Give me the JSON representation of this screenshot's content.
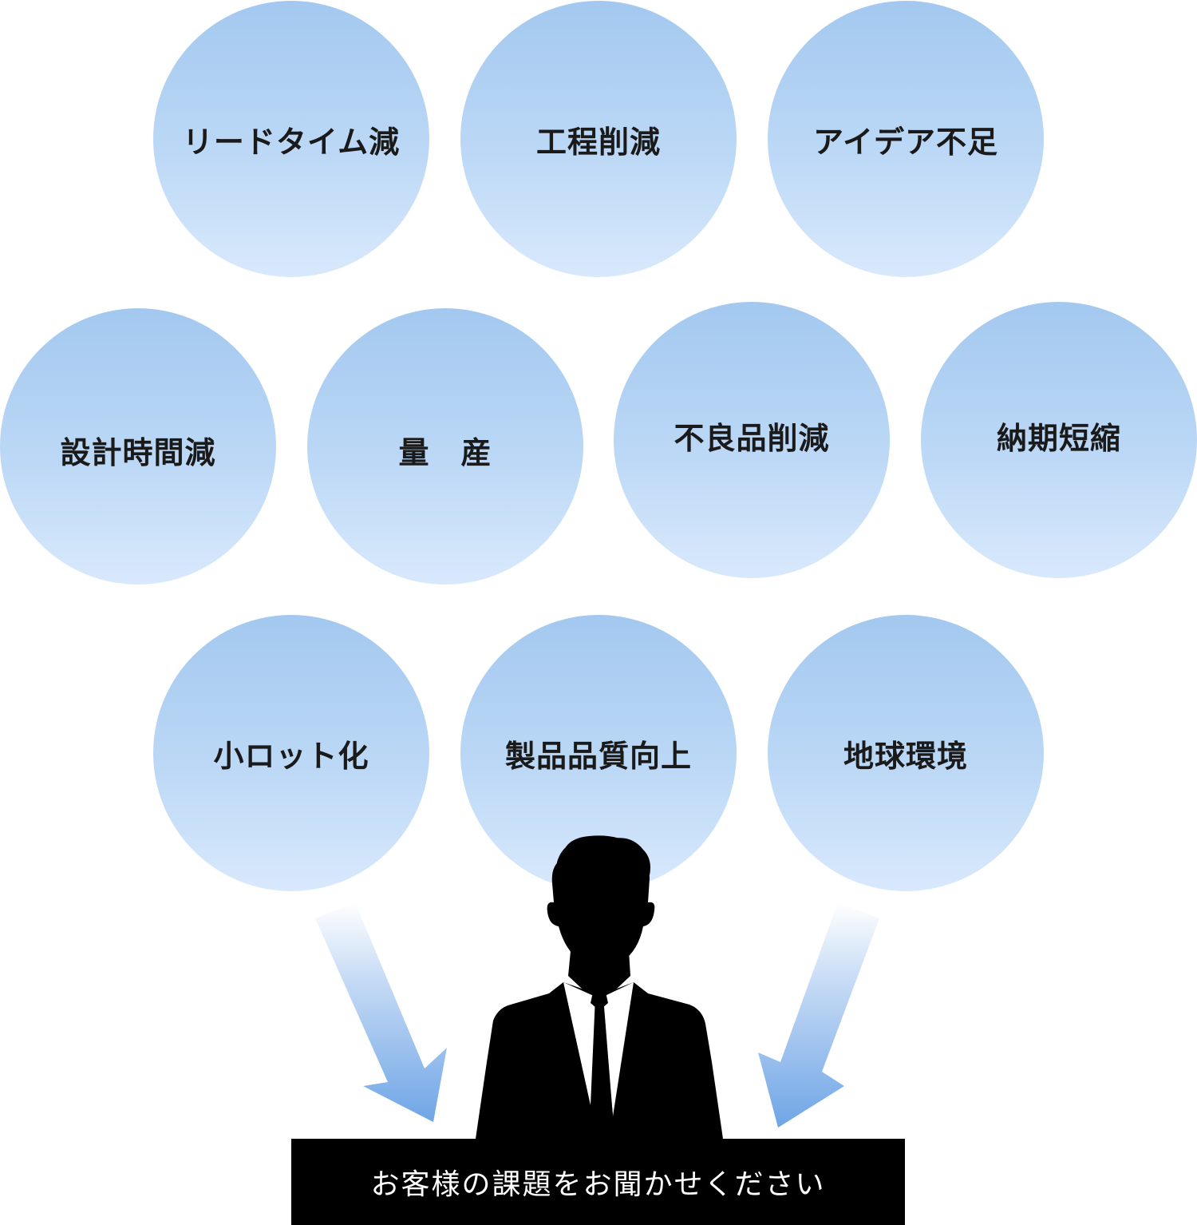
{
  "bubbles": [
    {
      "label": "リードタイム減"
    },
    {
      "label": "工程削減"
    },
    {
      "label": "アイデア不足"
    },
    {
      "label": "設計時間減"
    },
    {
      "label": "量　産"
    },
    {
      "label": "不良品削減"
    },
    {
      "label": "納期短縮"
    },
    {
      "label": "小ロット化"
    },
    {
      "label": "製品品質向上"
    },
    {
      "label": "地球環境"
    }
  ],
  "caption": "お客様の課題をお聞かせください",
  "colors": {
    "bubble_top": "#a3c8ef",
    "bubble_bottom": "#d9e9fc",
    "arrow": "#6fa5e6",
    "silhouette": "#000000",
    "caption_bg": "#000000",
    "caption_text": "#ffffff"
  },
  "icons": {
    "person": "businessman-silhouette-icon",
    "arrows": "down-arrow-icon"
  }
}
